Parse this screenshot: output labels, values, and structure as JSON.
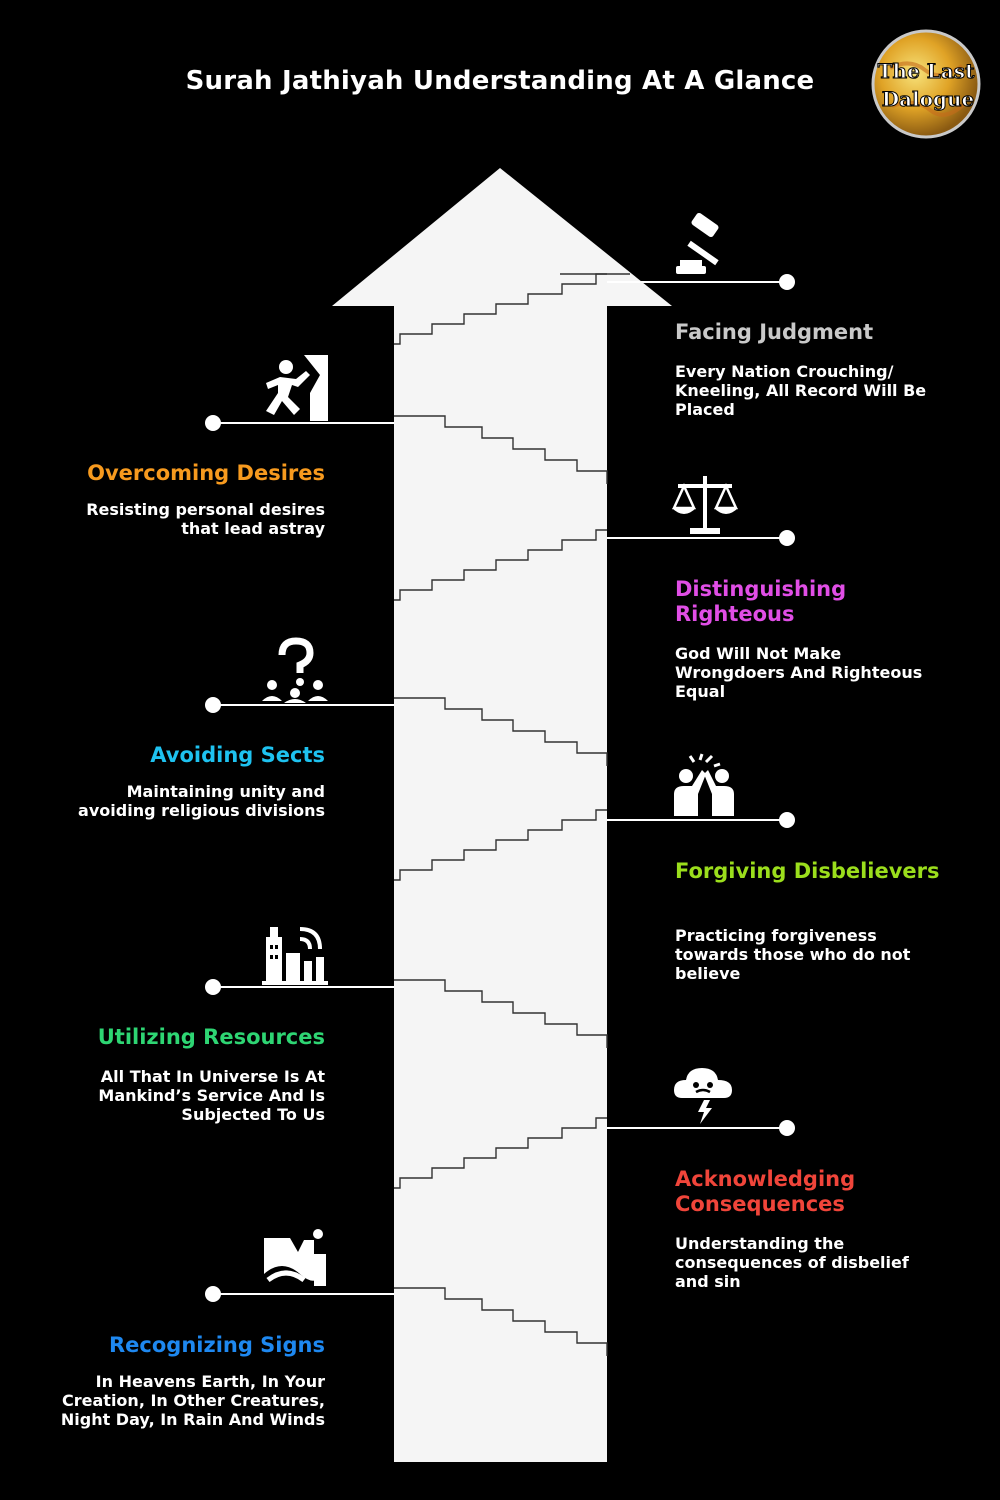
{
  "title": "Surah Jathiyah Understanding At A Glance",
  "logo": {
    "line1": "The Last",
    "line2": "Dalogue",
    "icon": "globe-logo"
  },
  "steps": [
    {
      "title": "Recognizing Signs",
      "desc": "In Heavens Earth, In Your Creation, In Other Creatures, Night Day, In Rain And Winds",
      "color": "#1e88f0",
      "icon": "landscape-icon"
    },
    {
      "title": "Acknowledging Consequences",
      "desc": "Understanding the consequences of disbelief and sin",
      "color": "#f0453a",
      "icon": "storm-cloud-icon"
    },
    {
      "title": "Utilizing Resources",
      "desc": "All That In Universe Is At Mankind’s Service And Is Subjected To Us",
      "color": "#2ed573",
      "icon": "city-signal-icon"
    },
    {
      "title": "Forgiving Disbelievers",
      "desc": "Practicing forgiveness towards those who do not believe",
      "color": "#9bde1c",
      "icon": "high-five-icon"
    },
    {
      "title": "Avoiding Sects",
      "desc": "Maintaining unity and avoiding religious divisions",
      "color": "#1ec2f0",
      "icon": "group-question-icon"
    },
    {
      "title": "Distinguishing Righteous",
      "desc": "God Will Not Make Wrongdoers And Righteous Equal",
      "color": "#e14ee6",
      "icon": "scale-icon"
    },
    {
      "title": "Overcoming Desires",
      "desc": "Resisting personal desires that lead astray",
      "color": "#f79a1e",
      "icon": "climber-icon"
    },
    {
      "title": "Facing Judgment",
      "desc": "Every Nation Crouching/ Kneeling, All Record Will Be Placed",
      "color": "#c9c9c9",
      "icon": "gavel-icon"
    }
  ]
}
